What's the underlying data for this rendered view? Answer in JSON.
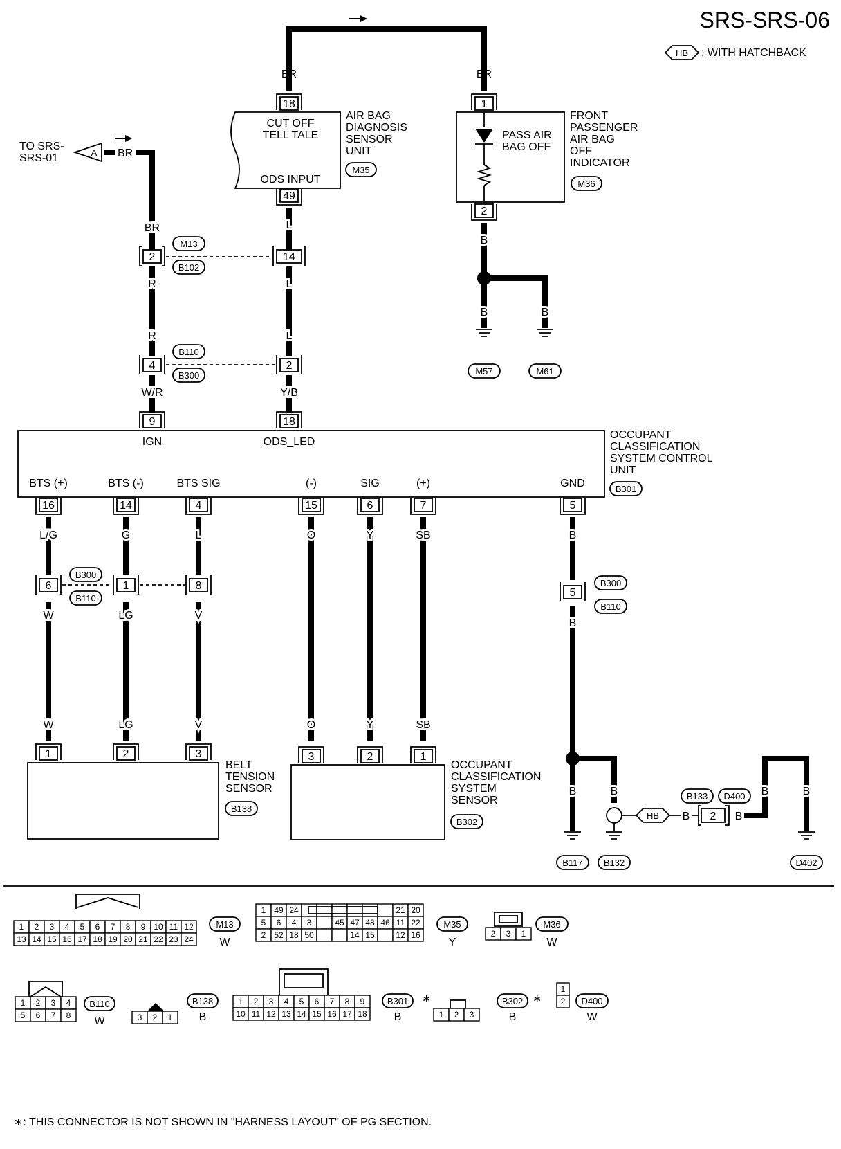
{
  "page_code": "SRS-SRS-06",
  "legend": {
    "hb_symbol": "HB",
    "hb_text": ": WITH HATCHBACK"
  },
  "footnote": "∗: THIS CONNECTOR IS NOT SHOWN IN \"HARNESS LAYOUT\" OF PG SECTION.",
  "offpage": {
    "letter": "A",
    "text_line1": "TO SRS-",
    "text_line2": "SRS-01",
    "wire": "BR"
  },
  "air_bag_unit": {
    "name_lines": [
      "AIR BAG",
      "DIAGNOSIS",
      "SENSOR",
      "UNIT"
    ],
    "connector": "M35",
    "label_top_line1": "CUT OFF",
    "label_top_line2": "TELL TALE",
    "label_bottom": "ODS INPUT",
    "pin_top": "18",
    "pin_bottom": "49",
    "wire_top": "BR",
    "wire_bottom": "L"
  },
  "indicator": {
    "name_lines": [
      "FRONT",
      "PASSENGER",
      "AIR BAG",
      "OFF",
      "INDICATOR"
    ],
    "connector": "M36",
    "lamp_line1": "PASS AIR",
    "lamp_line2": "BAG OFF",
    "pin_top": "1",
    "pin_bottom": "2",
    "wire_top": "BR",
    "wire_bottom": "B",
    "ground_wire_a": "B",
    "ground_wire_b": "B",
    "ground_a": "M57",
    "ground_b": "M61"
  },
  "junction_1": {
    "conn_a": "M13",
    "conn_b": "B102",
    "left_pin": "2",
    "right_pin": "14",
    "left_wire_top": "BR",
    "left_wire_bottom": "R",
    "right_wire_top": "L",
    "right_wire_bottom": "L"
  },
  "junction_2": {
    "conn_a": "B110",
    "conn_b": "B300",
    "left_pin": "4",
    "right_pin": "2",
    "left_wire_top": "R",
    "left_wire_bottom": "W/R",
    "right_wire_top": "L",
    "right_wire_bottom": "Y/B"
  },
  "control_unit": {
    "name_lines": [
      "OCCUPANT",
      "CLASSIFICATION",
      "SYSTEM CONTROL",
      "UNIT"
    ],
    "connector": "B301",
    "top_pins": [
      {
        "pin": "9",
        "label": "IGN"
      },
      {
        "pin": "18",
        "label": "ODS_LED"
      }
    ],
    "bottom_pins": [
      {
        "pin": "16",
        "label": "BTS (+)",
        "wire": "L/G"
      },
      {
        "pin": "14",
        "label": "BTS (-)",
        "wire": "G"
      },
      {
        "pin": "4",
        "label": "BTS SIG",
        "wire": "L"
      },
      {
        "pin": "15",
        "label": "(-)",
        "wire": "O"
      },
      {
        "pin": "6",
        "label": "SIG",
        "wire": "Y"
      },
      {
        "pin": "7",
        "label": "(+)",
        "wire": "SB"
      },
      {
        "pin": "5",
        "label": "GND",
        "wire": "B"
      }
    ]
  },
  "junction_3": {
    "conn_a": "B300",
    "conn_b": "B110",
    "pins": [
      {
        "pin": "6",
        "wire_below": "W"
      },
      {
        "pin": "1",
        "wire_below": "LG"
      },
      {
        "pin": "8",
        "wire_below": "V"
      }
    ]
  },
  "junction_4": {
    "conn_a": "B300",
    "conn_b": "B110",
    "pin": "5",
    "wire_below": "B"
  },
  "belt_sensor": {
    "name_lines": [
      "BELT",
      "TENSION",
      "SENSOR"
    ],
    "connector": "B138",
    "pins": [
      {
        "pin": "1",
        "wire": "W"
      },
      {
        "pin": "2",
        "wire": "LG"
      },
      {
        "pin": "3",
        "wire": "V"
      }
    ]
  },
  "occ_sensor": {
    "name_lines": [
      "OCCUPANT",
      "CLASSIFICATION",
      "SYSTEM",
      "SENSOR"
    ],
    "connector": "B302",
    "pins": [
      {
        "pin": "3",
        "wire": "O"
      },
      {
        "pin": "2",
        "wire": "Y"
      },
      {
        "pin": "1",
        "wire": "SB"
      }
    ]
  },
  "ground_section": {
    "wire_a": "B",
    "wire_b": "B",
    "ground_a": "B117",
    "ground_b": "B132",
    "hb": "HB",
    "wire_hb": "B",
    "connector_a": "B133",
    "connector_b": "D400",
    "pin": "2",
    "wire_after": "B",
    "wire_c": "B",
    "wire_d": "B",
    "ground_c": "D402"
  },
  "connector_views": {
    "m13": {
      "id": "M13",
      "color": "W",
      "row1": [
        "1",
        "2",
        "3",
        "4",
        "5",
        "6",
        "7",
        "8",
        "9",
        "10",
        "11",
        "12"
      ],
      "row2": [
        "13",
        "14",
        "15",
        "16",
        "17",
        "18",
        "19",
        "20",
        "21",
        "22",
        "23",
        "24"
      ]
    },
    "m35": {
      "id": "M35",
      "color": "Y",
      "row1": [
        "1",
        "49",
        "24",
        "",
        "",
        "",
        "",
        "",
        "",
        "21",
        "20"
      ],
      "row2": [
        "5",
        "6",
        "4",
        "3",
        "",
        "45",
        "47",
        "48",
        "46",
        "11",
        "22"
      ],
      "row3": [
        "2",
        "52",
        "18",
        "50",
        "",
        "",
        "14",
        "15",
        "",
        "12",
        "16"
      ]
    },
    "m36": {
      "id": "M36",
      "color": "W",
      "pins": [
        "2",
        "3",
        "1"
      ]
    },
    "b110": {
      "id": "B110",
      "color": "W",
      "row1": [
        "1",
        "2",
        "3",
        "4"
      ],
      "row2": [
        "5",
        "6",
        "7",
        "8"
      ]
    },
    "b138": {
      "id": "B138",
      "color": "B",
      "pins": [
        "3",
        "2",
        "1"
      ]
    },
    "b301": {
      "id": "B301",
      "color": "B",
      "star": "∗",
      "row1": [
        "1",
        "2",
        "3",
        "4",
        "5",
        "6",
        "7",
        "8",
        "9"
      ],
      "row2": [
        "10",
        "11",
        "12",
        "13",
        "14",
        "15",
        "16",
        "17",
        "18"
      ]
    },
    "b302": {
      "id": "B302",
      "color": "B",
      "star": "∗",
      "pins": [
        "1",
        "2",
        "3"
      ]
    },
    "d400": {
      "id": "D400",
      "color": "W",
      "pins": [
        "1",
        "2"
      ]
    }
  }
}
